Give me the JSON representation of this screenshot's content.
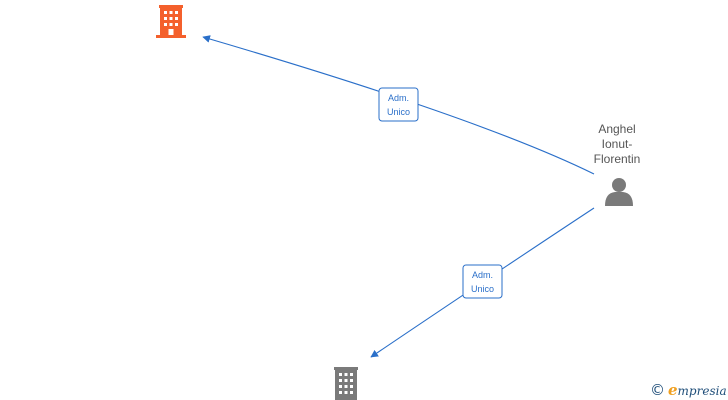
{
  "diagram": {
    "nodes": [
      {
        "id": "company_1",
        "type": "company",
        "color": "#f4602c",
        "label": ""
      },
      {
        "id": "company_2",
        "type": "company",
        "color": "#7a7a7a",
        "label": ""
      },
      {
        "id": "person_1",
        "type": "person",
        "color": "#7a7a7a",
        "label_lines": [
          "Anghel",
          "Ionut-",
          "Florentin"
        ]
      }
    ],
    "edges": [
      {
        "from": "person_1",
        "to": "company_1",
        "label_lines": [
          "Adm.",
          "Unico"
        ],
        "color": "#2a6fc9"
      },
      {
        "from": "person_1",
        "to": "company_2",
        "label_lines": [
          "Adm.",
          "Unico"
        ],
        "color": "#2a6fc9"
      }
    ]
  },
  "footer": {
    "copyright_symbol": "©",
    "brand_initial": "e",
    "brand_rest": "mpresia"
  }
}
